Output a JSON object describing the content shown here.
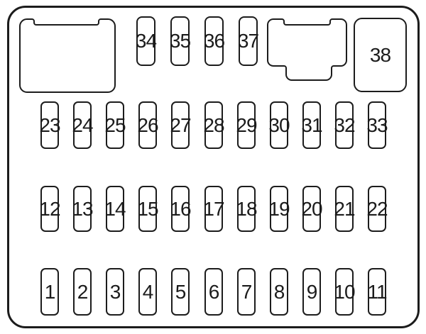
{
  "fusebox": {
    "relay_fuses": [
      "34",
      "35",
      "36",
      "37"
    ],
    "main_fuse": "38",
    "middle_row": [
      "23",
      "24",
      "25",
      "26",
      "27",
      "28",
      "29",
      "30",
      "31",
      "32",
      "33"
    ],
    "lower_middle_row": [
      "12",
      "13",
      "14",
      "15",
      "16",
      "17",
      "18",
      "19",
      "20",
      "21",
      "22"
    ],
    "bottom_row": [
      "1",
      "2",
      "3",
      "4",
      "5",
      "6",
      "7",
      "8",
      "9",
      "10",
      "11"
    ],
    "colors": {
      "line": "#1c1c1c",
      "background": "#ffffff"
    }
  }
}
